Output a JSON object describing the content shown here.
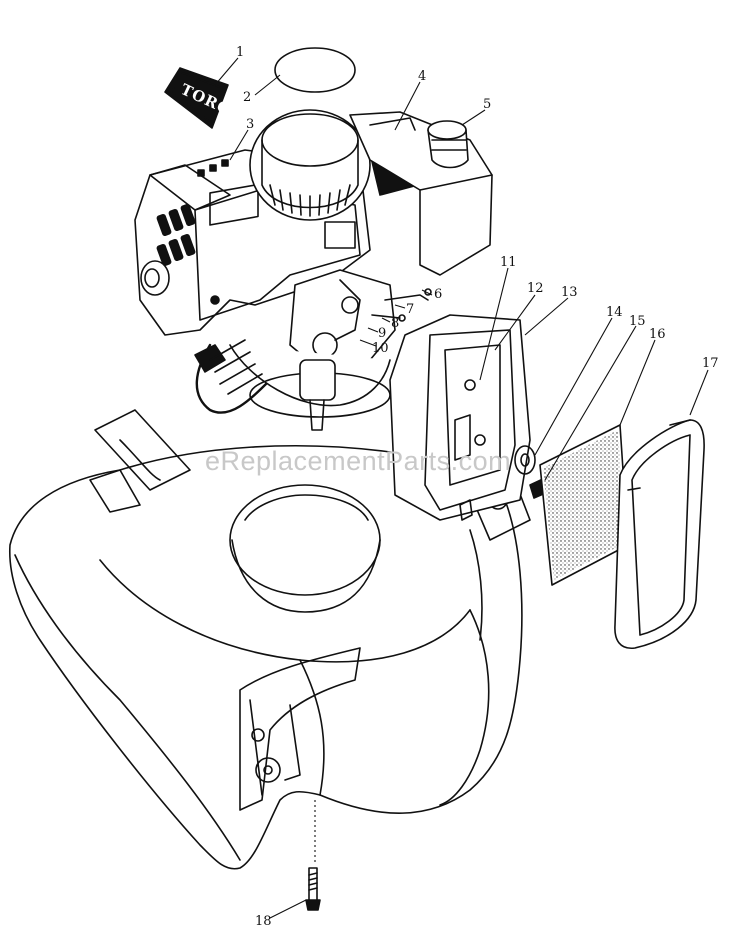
{
  "logo_text": "TORO",
  "watermark": "eReplacementParts.com",
  "callouts": [
    "1",
    "2",
    "3",
    "4",
    "5",
    "6",
    "7",
    "8",
    "9",
    "10",
    "11",
    "12",
    "13",
    "14",
    "15",
    "16",
    "17",
    "18"
  ]
}
